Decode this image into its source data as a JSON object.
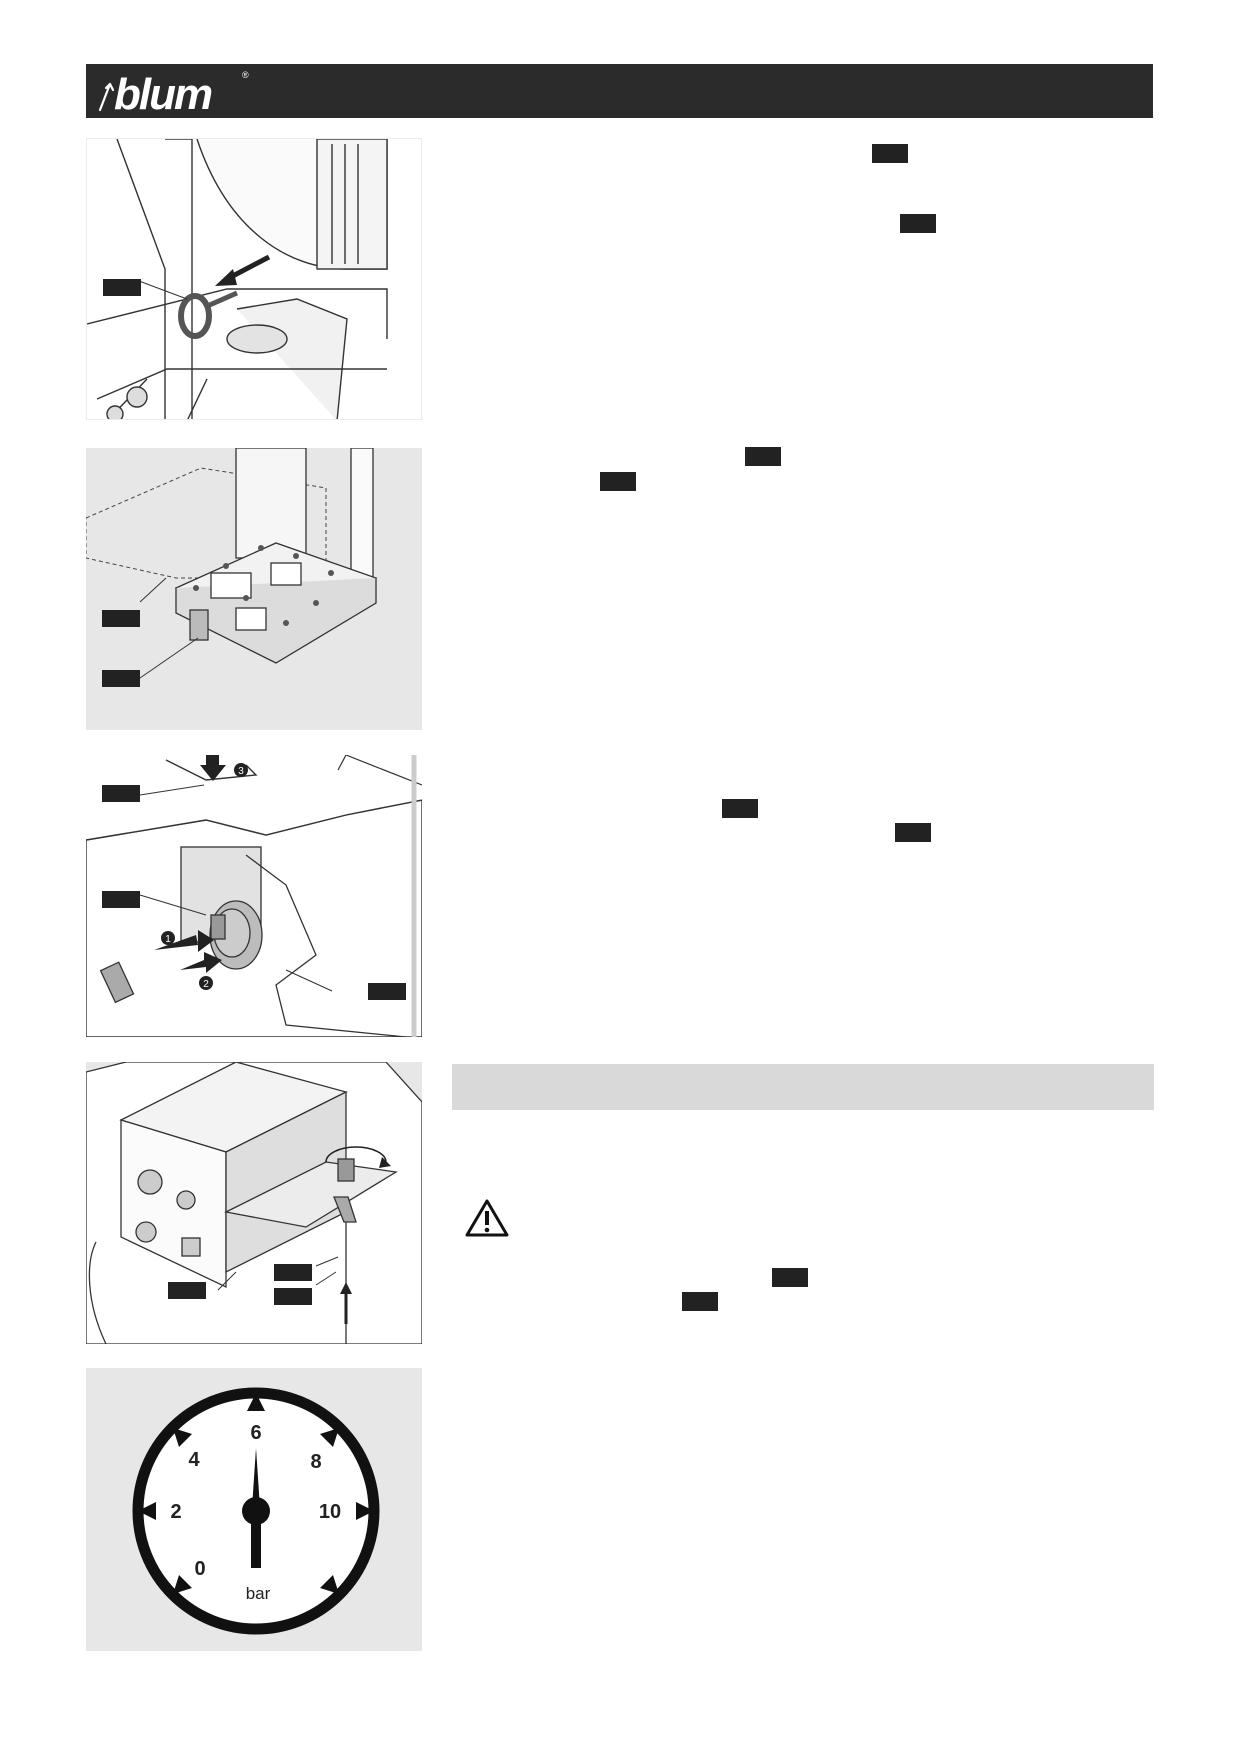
{
  "header": {
    "brand": "blum",
    "registered_mark": "®"
  },
  "figures": [
    {
      "id": "fig-eyebolt",
      "callouts": 1
    },
    {
      "id": "fig-table",
      "callouts": 2
    },
    {
      "id": "fig-stop",
      "callouts": 3,
      "step_numbers": [
        "1",
        "2",
        "3"
      ]
    },
    {
      "id": "fig-air",
      "callouts": 3
    },
    {
      "id": "fig-gauge",
      "gauge": {
        "unit": "bar",
        "scale_labels": [
          "0",
          "2",
          "4",
          "6",
          "8",
          "10"
        ],
        "reading": 6
      }
    }
  ],
  "warning_icon": "warning-triangle-icon",
  "colors": {
    "header": "#2b2b2b",
    "panel": "#e7e7e8",
    "section_bar": "#d9d9d9",
    "tag": "#222222"
  }
}
